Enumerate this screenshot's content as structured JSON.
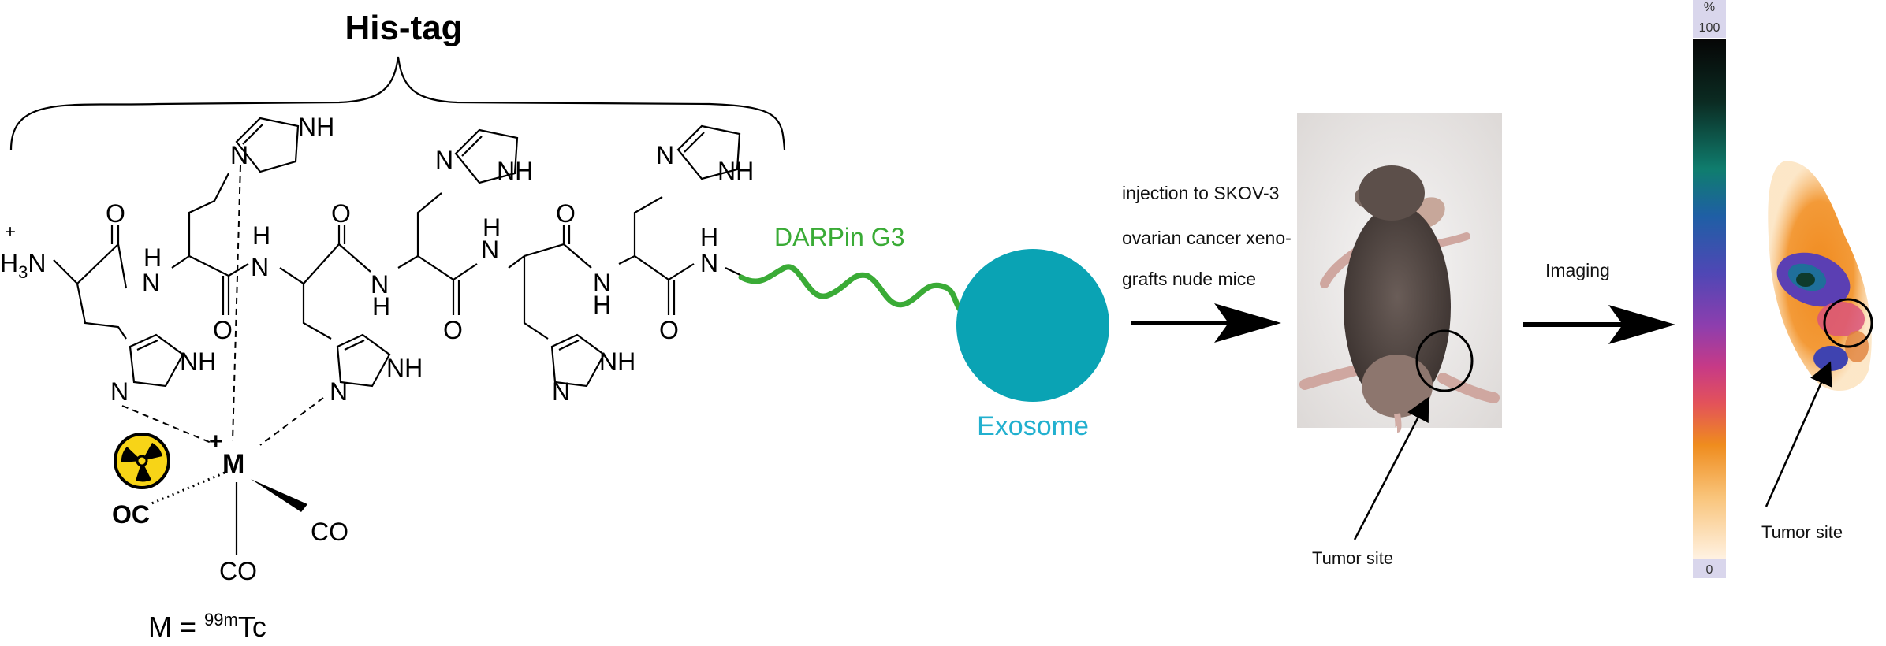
{
  "colors": {
    "exosome": "#0aa3b4",
    "darpin": "#3aab36",
    "exosome_label": "#22b0cf",
    "radiation_icon": "#f7d417",
    "arrow": "#000000"
  },
  "chemistry": {
    "his_tag_label": "His-tag",
    "amine_charge": "+",
    "amine_label": "H3N",
    "amine_h": "H",
    "amine_sub": "3",
    "amine_n": "N",
    "oxygen": "O",
    "nh": "NH",
    "n": "N",
    "h": "H",
    "metal": "M",
    "metal_charge": "+",
    "carbonyl_left": "OC",
    "carbonyl_right": "CO",
    "carbonyl_bottom": "CO",
    "metal_equation_prefix": "M = ",
    "isotope_mass": "99m",
    "isotope_element": "Tc",
    "radiation_icon_name": "radiation-hazard-icon"
  },
  "construct": {
    "darpin_label": "DARPin G3",
    "exosome_label": "Exosome"
  },
  "injection": {
    "lines": [
      "injection to SKOV-3",
      "ovarian cancer xeno-",
      "grafts nude mice"
    ]
  },
  "mouse_photo": {
    "tumor_label": "Tumor site"
  },
  "imaging": {
    "label": "Imaging",
    "scale_unit": "%",
    "scale_max": "100",
    "scale_min": "0",
    "tumor_label": "Tumor site"
  }
}
